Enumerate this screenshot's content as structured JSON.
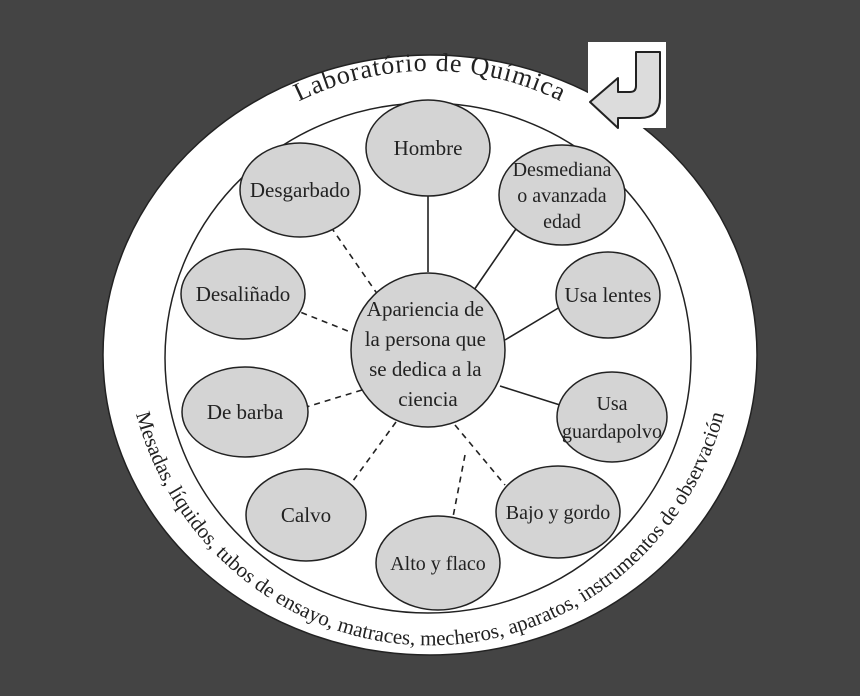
{
  "outer_top_text": "Laboratório de Química",
  "outer_bottom_text": "Mesadas, líquidos, tubos de ensayo, matraces, mecheros, aparatos, instrumentos de observación",
  "center": {
    "lines": [
      "Apariencia de",
      "la persona que",
      "se dedica a la",
      "ciencia"
    ]
  },
  "nodes": [
    {
      "lines": [
        "Hombre"
      ],
      "link": "solid"
    },
    {
      "lines": [
        "Desmediana",
        "o avanzada",
        "edad"
      ],
      "link": "solid"
    },
    {
      "lines": [
        "Usa lentes"
      ],
      "link": "solid"
    },
    {
      "lines": [
        "Usa",
        "guardapolvo"
      ],
      "link": "solid"
    },
    {
      "lines": [
        "Bajo y gordo"
      ],
      "link": "dashed"
    },
    {
      "lines": [
        "Alto y flaco"
      ],
      "link": "dashed"
    },
    {
      "lines": [
        "Calvo"
      ],
      "link": "dashed"
    },
    {
      "lines": [
        "De barba"
      ],
      "link": "dashed"
    },
    {
      "lines": [
        "Desaliñado"
      ],
      "link": "dashed"
    },
    {
      "lines": [
        "Desgarbado"
      ],
      "link": "dashed"
    }
  ],
  "colors": {
    "background": "#444444",
    "disc": "#ffffff",
    "node_fill": "#d4d4d4",
    "stroke": "#222222"
  },
  "return_arrow_icon": "return-arrow-icon"
}
